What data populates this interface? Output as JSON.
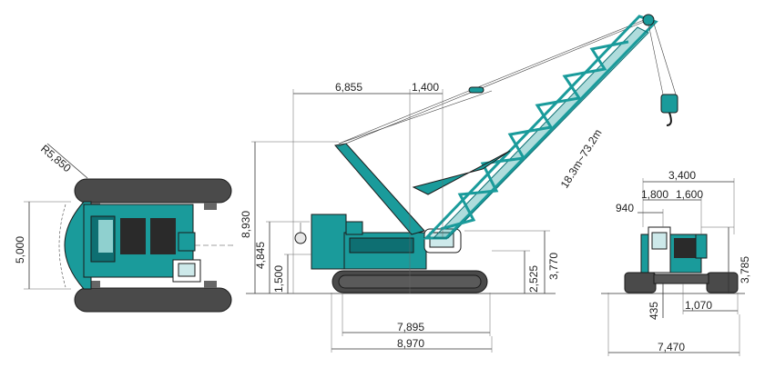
{
  "colors": {
    "body": "#1a9b9b",
    "body_dark": "#0e6f72",
    "track": "#4a4a4a",
    "line": "#333333",
    "accent": "#2aa8a6"
  },
  "top_view": {
    "radius": "R5,850",
    "width": "5,000"
  },
  "side_view": {
    "dim_6855": "6,855",
    "dim_1400": "1,400",
    "boom_length": "18.3m~73.2m",
    "dim_8930": "8,930",
    "dim_4845": "4,845",
    "dim_1500": "1,500",
    "dim_2525": "2,525",
    "dim_3770": "3,770",
    "dim_7895": "7,895",
    "dim_8970": "8,970"
  },
  "front_view": {
    "dim_3400": "3,400",
    "dim_1800": "1,800",
    "dim_1600": "1,600",
    "dim_940": "940",
    "dim_3785": "3,785",
    "dim_435": "435",
    "dim_1070": "1,070",
    "dim_7470": "7,470"
  }
}
